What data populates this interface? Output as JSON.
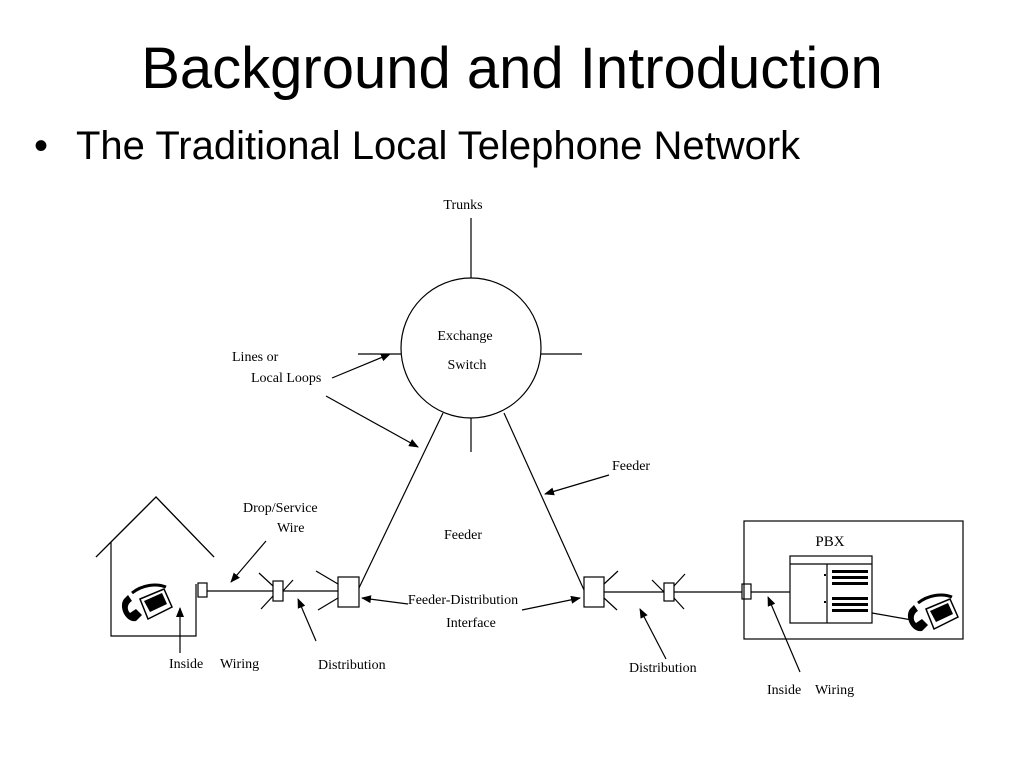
{
  "slide": {
    "title": "Background and Introduction",
    "bullet": "The Traditional Local Telephone Network"
  },
  "diagram": {
    "trunks": "Trunks",
    "exchange_line1": "Exchange",
    "exchange_line2": "Switch",
    "lines_line1": "Lines or",
    "lines_line2": "Local Loops",
    "feeder_right": "Feeder",
    "feeder_center": "Feeder",
    "drop_line1": "Drop/Service",
    "drop_line2": "Wire",
    "fdi_line1": "Feeder-Distribution",
    "fdi_line2": "Interface",
    "inside_left_1": "Inside",
    "inside_left_2": "Wiring",
    "distribution_left": "Distribution",
    "distribution_right": "Distribution",
    "inside_right_1": "Inside",
    "inside_right_2": "Wiring",
    "pbx": "PBX"
  }
}
